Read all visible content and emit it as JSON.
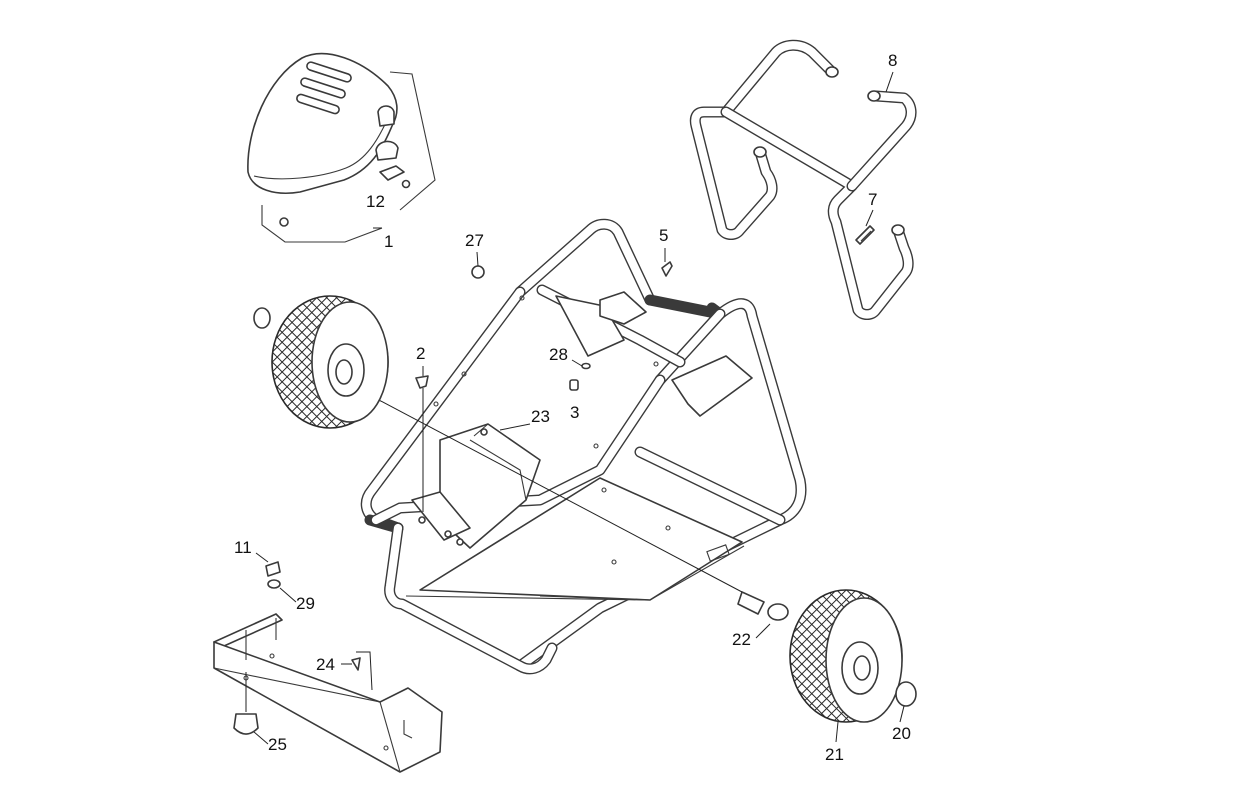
{
  "diagram": {
    "callouts": [
      {
        "id": "1",
        "text": "1"
      },
      {
        "id": "2",
        "text": "2"
      },
      {
        "id": "3",
        "text": "3"
      },
      {
        "id": "5",
        "text": "5"
      },
      {
        "id": "7",
        "text": "7"
      },
      {
        "id": "8",
        "text": "8"
      },
      {
        "id": "11",
        "text": "11"
      },
      {
        "id": "12",
        "text": "12"
      },
      {
        "id": "20",
        "text": "20"
      },
      {
        "id": "21",
        "text": "21"
      },
      {
        "id": "22",
        "text": "22"
      },
      {
        "id": "23",
        "text": "23"
      },
      {
        "id": "24",
        "text": "24"
      },
      {
        "id": "25",
        "text": "25"
      },
      {
        "id": "27",
        "text": "27"
      },
      {
        "id": "28",
        "text": "28"
      },
      {
        "id": "29",
        "text": "29"
      }
    ],
    "colors": {
      "line": "#3a3a3a",
      "background": "#ffffff"
    }
  }
}
